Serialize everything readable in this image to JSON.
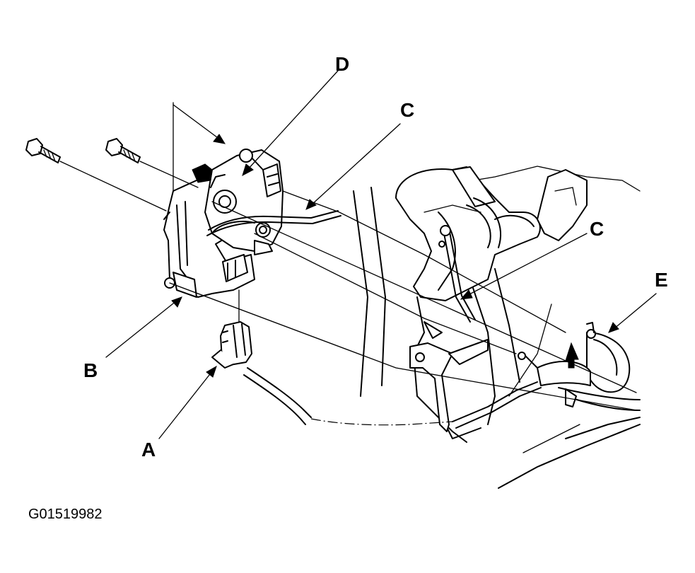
{
  "figure": {
    "id": "G01519982"
  },
  "callouts": {
    "A": "A",
    "B": "B",
    "C_upper": "C",
    "C_lower": "C",
    "D": "D",
    "E": "E"
  },
  "colors": {
    "ink": "#000000",
    "paper": "#ffffff"
  }
}
